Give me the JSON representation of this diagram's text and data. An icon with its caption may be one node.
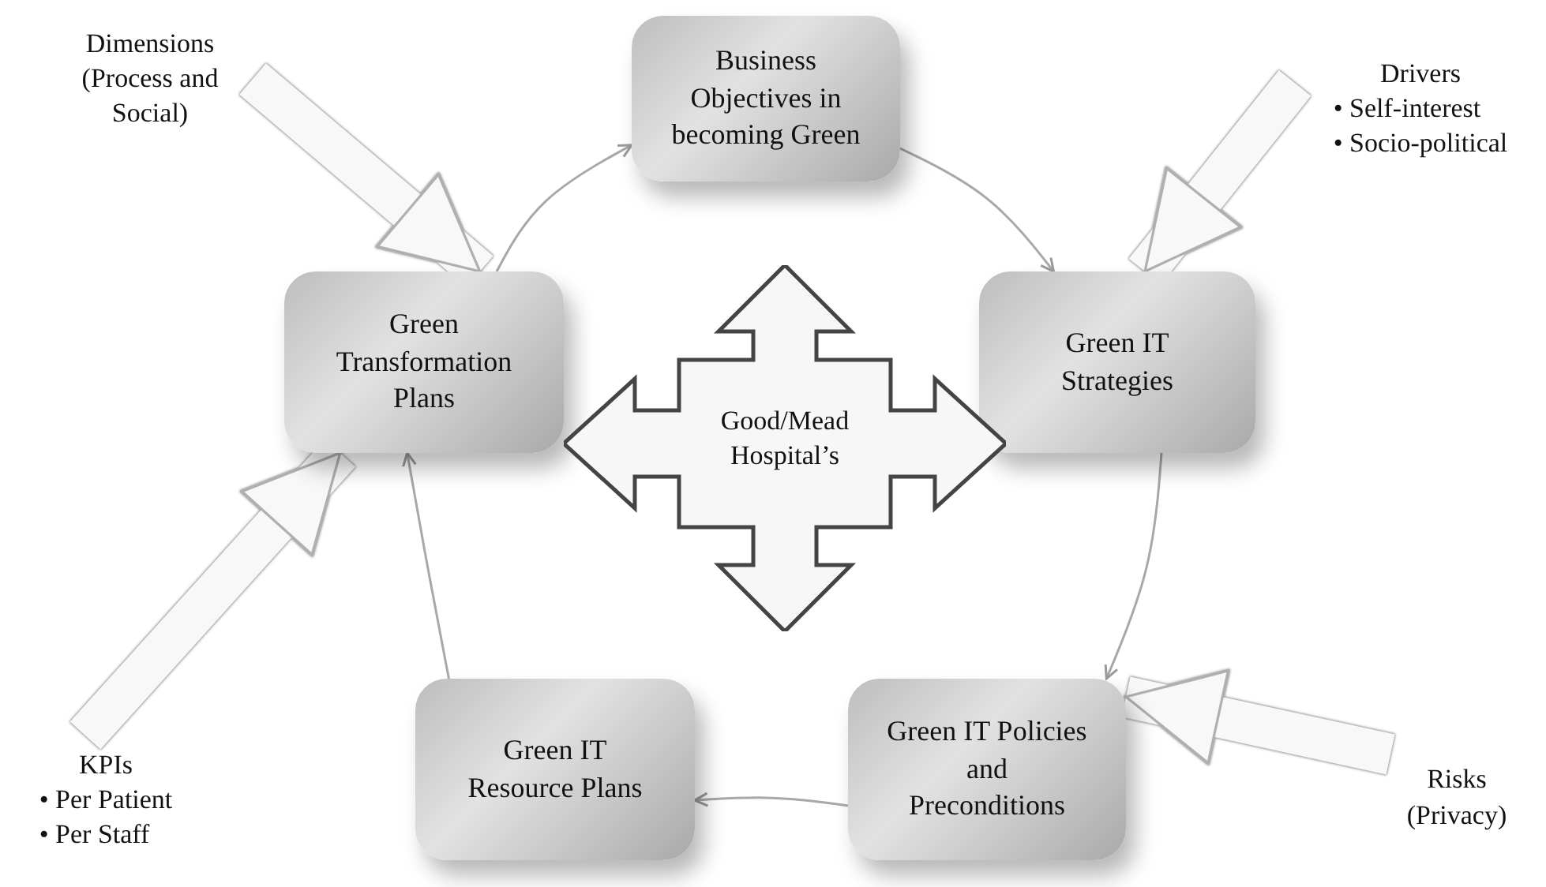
{
  "diagram": {
    "nodes": [
      {
        "text": [
          "Business Objectives in becoming Green"
        ]
      },
      {
        "text": [
          "Green IT Strategies"
        ]
      },
      {
        "text": [
          "Green IT Policies and Preconditions"
        ]
      },
      {
        "text": [
          "Green IT Resource Plans"
        ]
      },
      {
        "text": [
          "Green Transformation Plans"
        ]
      },
      {
        "text": [
          "Good/Mead Hospital’s"
        ]
      },
      {
        "text": [
          "Dimensions (Process and Social)"
        ]
      },
      {
        "text": [
          "Drivers",
          "• Self-interest",
          "• Socio-political"
        ]
      },
      {
        "text": [
          "Risks (Privacy)"
        ]
      },
      {
        "text": [
          "KPIs",
          "• Per Patient",
          "• Per Staff"
        ]
      }
    ],
    "edges": [
      {
        "from": 4,
        "to": 0,
        "arrow": "to"
      },
      {
        "from": 0,
        "to": 1,
        "arrow": "to"
      },
      {
        "from": 1,
        "to": 2,
        "arrow": "to"
      },
      {
        "from": 2,
        "to": 3,
        "arrow": "to"
      },
      {
        "from": 3,
        "to": 4,
        "arrow": "to"
      },
      {
        "from": 6,
        "to": 4,
        "arrow": "to",
        "style": "thick"
      },
      {
        "from": 7,
        "to": 1,
        "arrow": "to",
        "style": "thick"
      },
      {
        "from": 8,
        "to": 2,
        "arrow": "to",
        "style": "thick"
      },
      {
        "from": 9,
        "to": 4,
        "arrow": "to",
        "style": "thick"
      }
    ]
  }
}
